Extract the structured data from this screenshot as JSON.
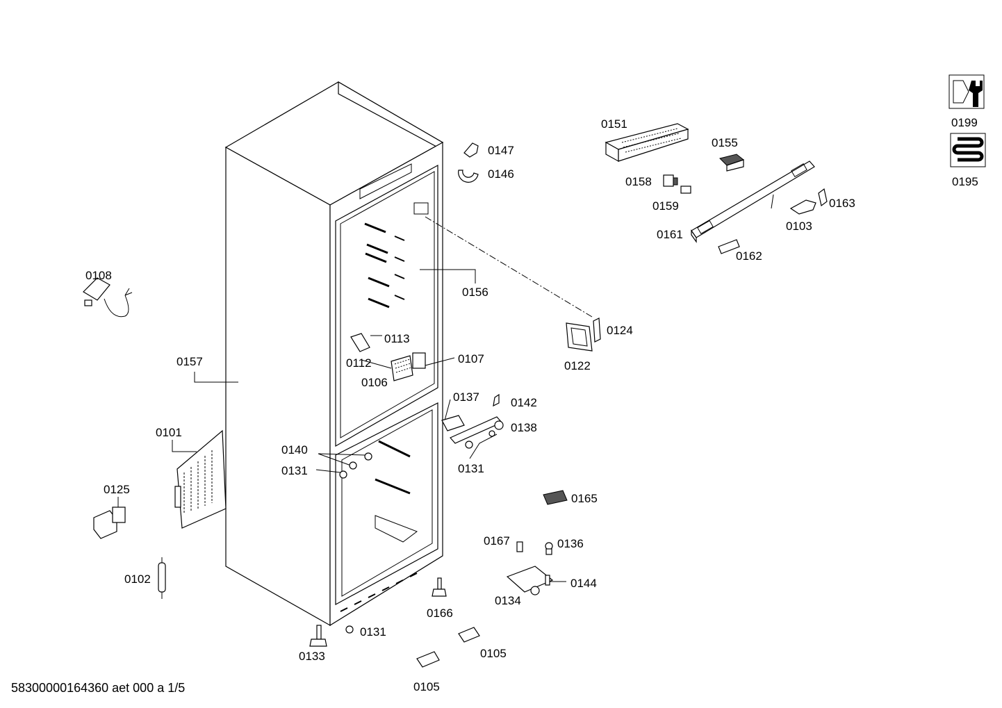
{
  "labels": {
    "p0199": "0199",
    "p0195": "0195",
    "p0151": "0151",
    "p0155": "0155",
    "p0158": "0158",
    "p0159": "0159",
    "p0163": "0163",
    "p0161": "0161",
    "p0103": "0103",
    "p0162": "0162",
    "p0147": "0147",
    "p0146": "0146",
    "p0108": "0108",
    "p0156": "0156",
    "p0124": "0124",
    "p0122": "0122",
    "p0113": "0113",
    "p0157": "0157",
    "p0112": "0112",
    "p0107": "0107",
    "p0106": "0106",
    "p0137": "0137",
    "p0142": "0142",
    "p0101": "0101",
    "p0138": "0138",
    "p0140": "0140",
    "p0131a": "0131",
    "p0131b": "0131",
    "p0131c": "0131",
    "p0125": "0125",
    "p0165": "0165",
    "p0167": "0167",
    "p0136": "0136",
    "p0102": "0102",
    "p0144": "0144",
    "p0134": "0134",
    "p0166": "0166",
    "p0105a": "0105",
    "p0105b": "0105",
    "p0133": "0133"
  },
  "footer": {
    "doc_code": "58300000164360 aet 000 a 1/5"
  }
}
